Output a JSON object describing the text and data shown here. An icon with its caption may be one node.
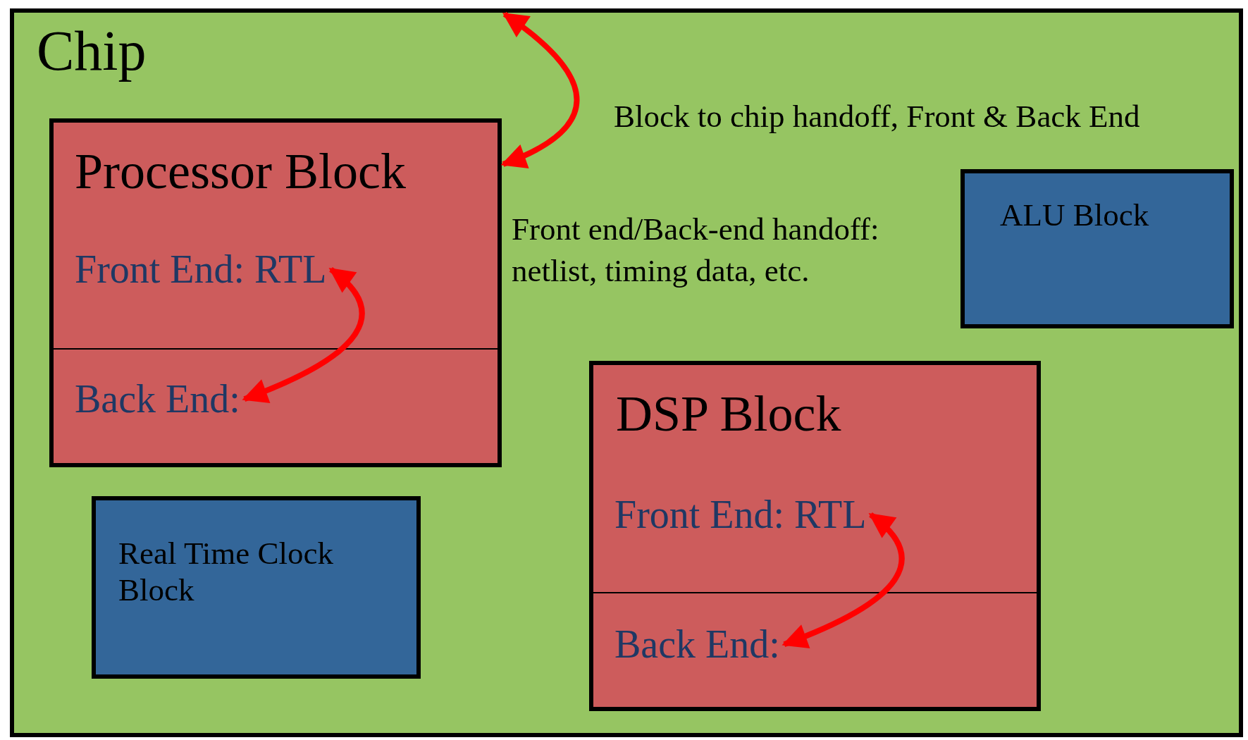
{
  "diagram": {
    "nodes": [
      {
        "text": [
          "Chip"
        ]
      },
      {
        "text": [
          "Processor Block"
        ],
        "in": 0
      },
      {
        "text": [
          "Front End: RTL"
        ],
        "in": 1
      },
      {
        "text": [
          "Back End:"
        ],
        "in": 1
      },
      {
        "text": [
          "ALU Block"
        ],
        "in": 0
      },
      {
        "text": [
          "Real Time Clock Block"
        ],
        "in": 0
      },
      {
        "text": [
          "DSP Block"
        ],
        "in": 0
      },
      {
        "text": [
          "Front End: RTL"
        ],
        "in": 6
      },
      {
        "text": [
          "Back End:"
        ],
        "in": 6
      }
    ],
    "edges": [
      {
        "from": 0,
        "to": 1,
        "arrow": "both",
        "label": "Block to chip handoff, Front & Back End"
      },
      {
        "from": 2,
        "to": 3,
        "arrow": "both",
        "label": "Front end/Back-end handoff: netlist, timing data, etc."
      },
      {
        "from": 7,
        "to": 8,
        "arrow": "both"
      }
    ]
  }
}
